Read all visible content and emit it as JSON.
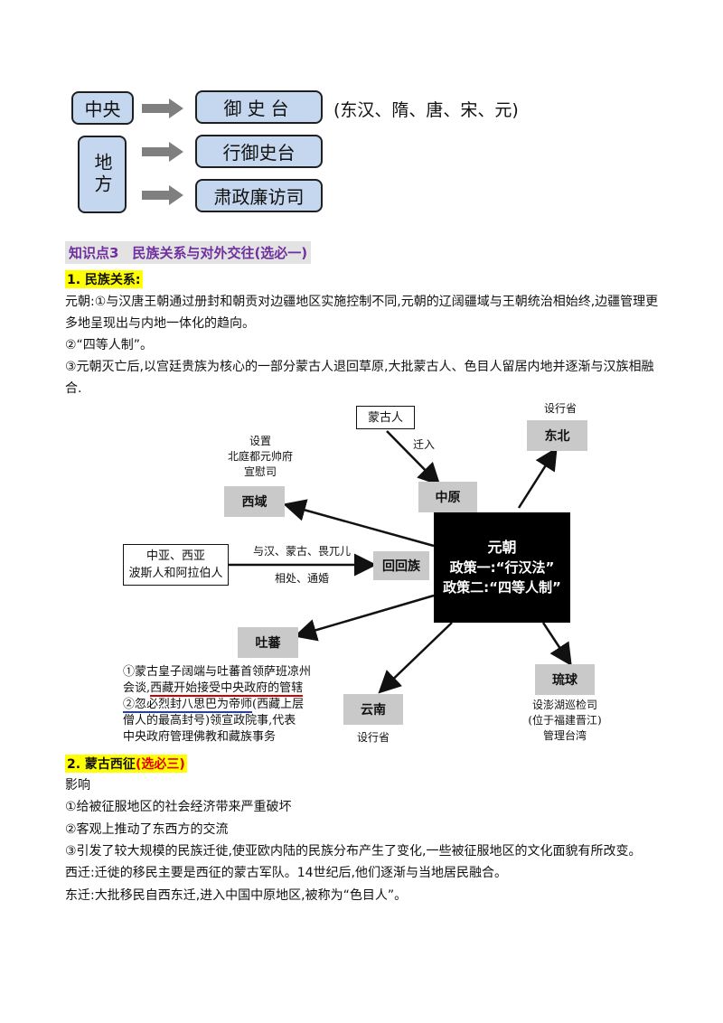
{
  "top_diagram": {
    "central": "中央",
    "local": "地方",
    "yushitai": "御史台",
    "xingyushitai": "行御史台",
    "suzheng": "肃政廉访司",
    "periods": "(东汉、隋、唐、宋、元)"
  },
  "knowledge_point": {
    "title": "知识点3　民族关系与对外交往(选必一)"
  },
  "section1": {
    "heading": "1. 民族关系:",
    "p1": "元朝:①与汉唐王朝通过册封和朝贡对边疆地区实施控制不同,元朝的辽阔疆域与王朝统治相始终,边疆管理更多地呈现出与内地一体化的趋向。",
    "p2": "②“四等人制”。",
    "p3": "③元朝灭亡后,以宫廷贵族为核心的一部分蒙古人退回草原,大批蒙古人、色目人留居内地并逐渐与汉族相融合."
  },
  "diagram": {
    "mongols": "蒙古人",
    "migrate": "迁入",
    "central_plains": "中原",
    "northeast_label": "设行省",
    "northeast": "东北",
    "xiyu_note_1": "设置",
    "xiyu_note_2": "北庭都元帅府",
    "xiyu_note_3": "宣慰司",
    "xiyu": "西域",
    "asians_1": "中亚、西亚",
    "asians_2": "波斯人和阿拉伯人",
    "mix_1": "与汉、蒙古、畏兀儿",
    "mix_2": "相处、通婚",
    "huihui": "回回族",
    "yuan_title": "元朝",
    "yuan_policy1": "政策一:“行汉法”",
    "yuan_policy2": "政策二:“四等人制”",
    "tubo": "吐蕃",
    "tubo_note_1": "①蒙古皇子阔端与吐蕃首领萨班凉州",
    "tubo_note_2a": "会谈,",
    "tubo_note_2b": "西藏开始接受中央政府的管辖",
    "tubo_note_3a": "②忽必烈封八思巴为帝师",
    "tubo_note_3b": "(西藏上层",
    "tubo_note_4": "僧人的最高封号)领宣政院事,代表",
    "tubo_note_5": "中央政府管理佛教和藏族事务",
    "yunnan": "云南",
    "yunnan_label": "设行省",
    "liuqiu": "琉球",
    "liuqiu_note_1": "设澎湖巡检司",
    "liuqiu_note_2": "(位于福建晋江)",
    "liuqiu_note_3": "管理台湾"
  },
  "section2": {
    "heading_main": "2. 蒙古西征",
    "heading_tag": "(选必三)",
    "impact": "影响",
    "i1": "①给被征服地区的社会经济带来严重破坏",
    "i2": "②客观上推动了东西方的交流",
    "i3": "③引发了较大规模的民族迁徙,使亚欧内陆的民族分布产生了变化,一些被征服地区的文化面貌有所改变。",
    "west": "西迁:迁徙的移民主要是西征的蒙古军队。14世纪后,他们逐渐与当地居民融合。",
    "east": "东迁:大批移民自西东迁,进入中国中原地区,被称为“色目人”。"
  }
}
